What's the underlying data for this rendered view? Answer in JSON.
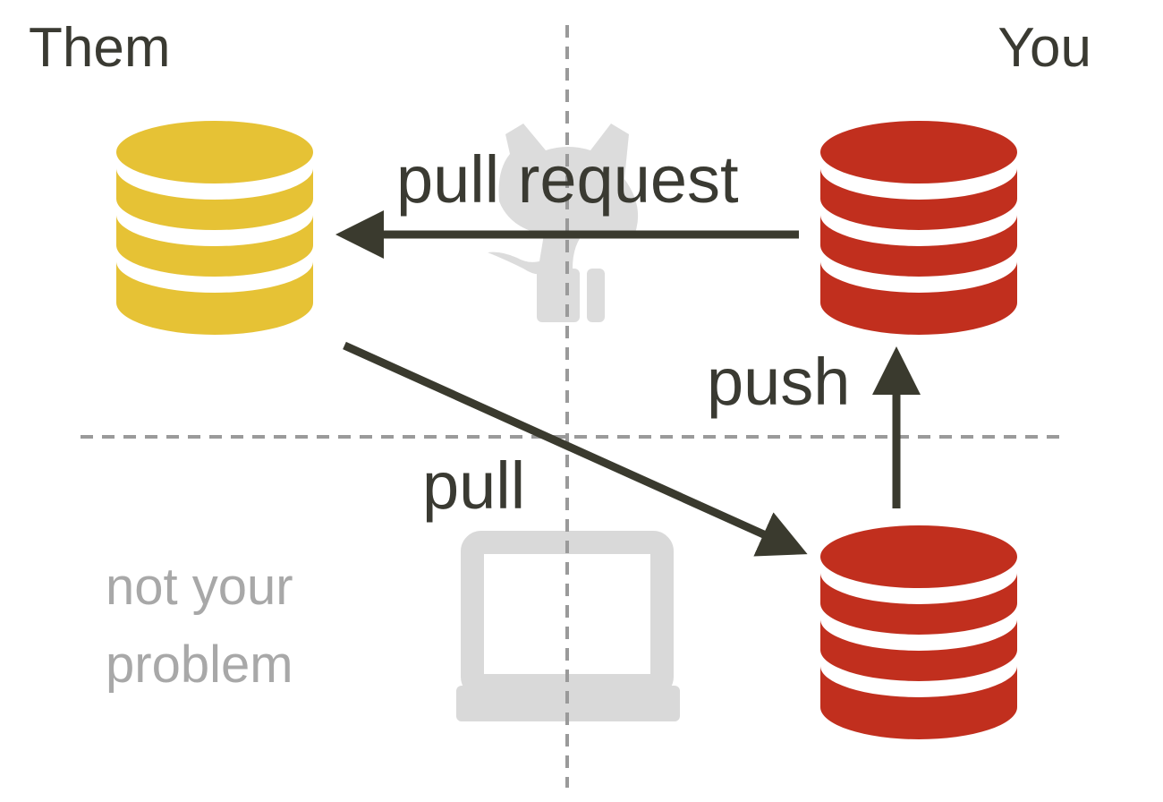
{
  "labels": {
    "them": "Them",
    "you": "You",
    "pull_request": "pull request",
    "push": "push",
    "pull": "pull",
    "not_your_problem_line1": "not your",
    "not_your_problem_line2": "problem"
  },
  "colors": {
    "them_repo": "#e6c235",
    "your_repo": "#c12f1e",
    "arrow": "#3a3a2e",
    "divider": "#9a9a9a",
    "watermark": "#d9d9d9",
    "muted_text": "#a8a8a8"
  },
  "icons": {
    "watermark_top": "github-octocat-icon",
    "watermark_bottom": "laptop-icon",
    "repository": "database-icon"
  }
}
